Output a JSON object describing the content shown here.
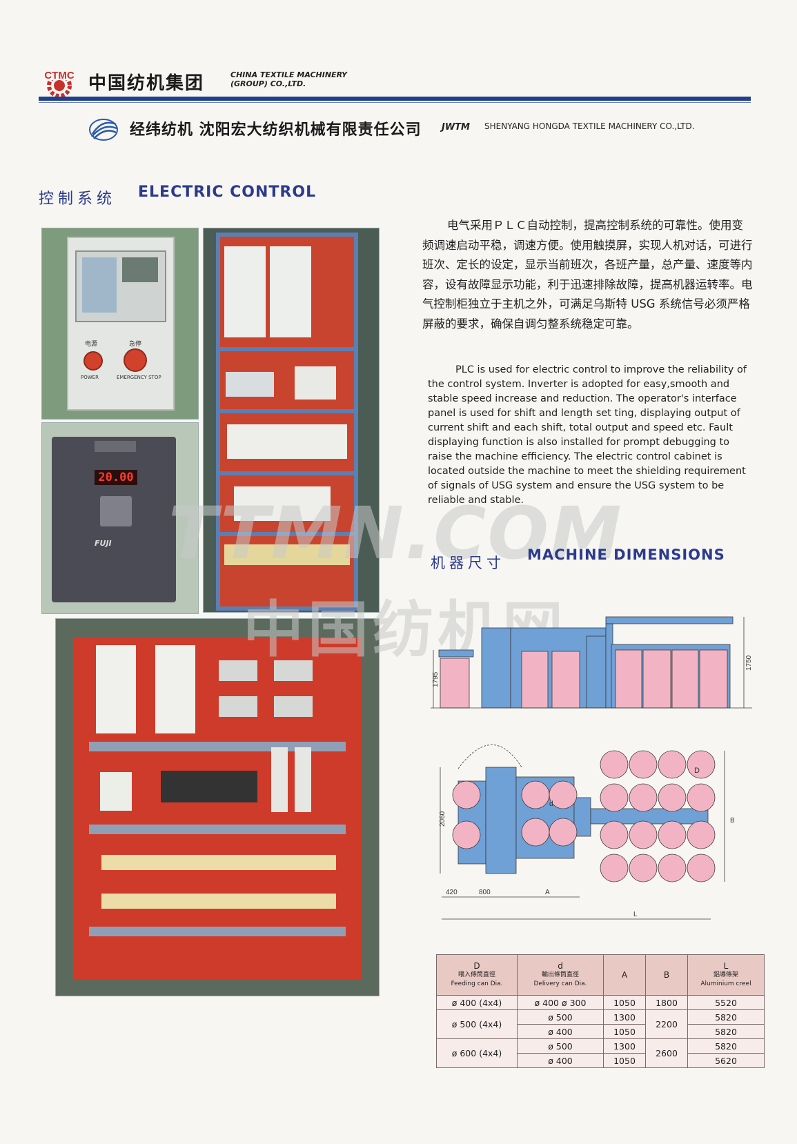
{
  "header": {
    "ctmc_abbr": "CTMC",
    "ctmc_cn": "中国纺机集团",
    "ctmc_en_line1": "CHINA TEXTILE MACHINERY",
    "ctmc_en_line2": "(GROUP) CO.,LTD.",
    "jwtm_cn": "经纬纺机 沈阳宏大纺织机械有限责任公司",
    "jwtm_abbr": "JWTM",
    "jwtm_en": "SHENYANG HONGDA TEXTILE MACHINERY CO.,LTD."
  },
  "electric_control": {
    "title_cn": "控制系统",
    "title_en": "ELECTRIC CONTROL",
    "body_cn": "电气采用ＰＬＣ自动控制，提高控制系统的可靠性。使用变频调速启动平稳，调速方便。使用触摸屏，实现人机对话，可进行班次、定长的设定，显示当前班次，各班产量，总产量、速度等内容，设有故障显示功能，利于迅速排除故障，提高机器运转率。电气控制柜独立于主机之外，可满足乌斯特 USG 系统信号必须严格屏蔽的要求，确保自调匀整系统稳定可靠。",
    "body_en": "PLC is used for electric control to improve the reliability of the control system. Inverter is adopted for easy,smooth and stable speed increase and reduction. The operator's interface panel is used for shift and length set ting, displaying output of current shift and each shift, total output and speed etc. Fault displaying function is also installed for prompt debugging to raise the machine efficiency. The electric control cabinet is located outside the machine to meet the shielding requirement of signals of USG system and ensure the USG system to be reliable and stable."
  },
  "photos": {
    "panel_label_power_cn": "电源",
    "panel_label_stop_cn": "急停",
    "panel_label_power": "POWER",
    "panel_label_stop": "EMERGENCY STOP",
    "inverter_display": "20.00",
    "inverter_brand": "FUJI"
  },
  "watermark": {
    "en": "TTMN.COM",
    "cn": "中国纺机网"
  },
  "dimensions": {
    "title_cn": "机器尺寸",
    "title_en": "MACHINE DIMENSIONS",
    "side_height_left": "1795",
    "side_height_right": "1750",
    "plan_width": "2060",
    "dim_420": "420",
    "dim_800": "800",
    "label_A": "A",
    "label_L": "L",
    "label_B": "B",
    "label_D": "D",
    "label_d": "d"
  },
  "table": {
    "headers": [
      {
        "sym": "D",
        "cn": "喂入條筒直徑",
        "en": "Feeding can Dia."
      },
      {
        "sym": "d",
        "cn": "輸出條筒直徑",
        "en": "Delivery can Dia."
      },
      {
        "sym": "A",
        "cn": "",
        "en": ""
      },
      {
        "sym": "B",
        "cn": "",
        "en": ""
      },
      {
        "sym": "L",
        "cn": "鋁導條架",
        "en": "Aluminium creel"
      }
    ],
    "groups": [
      {
        "D": "ø 400 (4x4)",
        "B": "1800",
        "rows": [
          {
            "d": "ø 400  ø 300",
            "A": "1050",
            "L": "5520"
          }
        ]
      },
      {
        "D": "ø 500 (4x4)",
        "B": "2200",
        "rows": [
          {
            "d": "ø 500",
            "A": "1300",
            "L": "5820"
          },
          {
            "d": "ø 400",
            "A": "1050",
            "L": "5820"
          }
        ]
      },
      {
        "D": "ø 600 (4x4)",
        "B": "2600",
        "rows": [
          {
            "d": "ø 500",
            "A": "1300",
            "L": "5820"
          },
          {
            "d": "ø 400",
            "A": "1050",
            "L": "5620"
          }
        ]
      }
    ]
  }
}
